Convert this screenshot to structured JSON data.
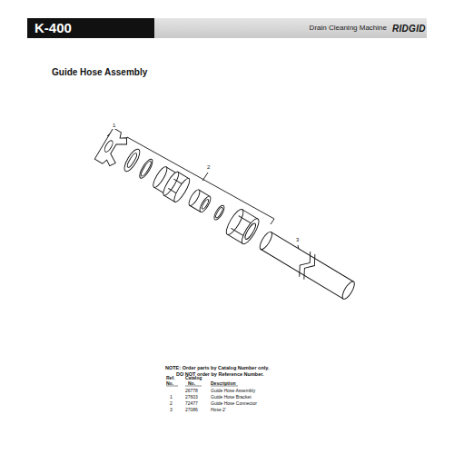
{
  "diagram": {
    "title": "Guide Hose Assembly",
    "labels": [
      "K-400",
      "Drain Cleaning Machine",
      "RIDGID",
      "1",
      "2",
      "3",
      "NOTE: Order parts by Catalog Number only.",
      "DO NOT order by Reference Number.",
      "Ref.",
      "No.",
      "Catalog",
      "No.",
      "Description",
      "26778",
      "Guide Hose Assembly",
      "1",
      "27603",
      "Guide Hose Bracket",
      "2",
      "72477",
      "Guide Hose Connector",
      "3",
      "27086",
      "Hose 2'"
    ]
  }
}
